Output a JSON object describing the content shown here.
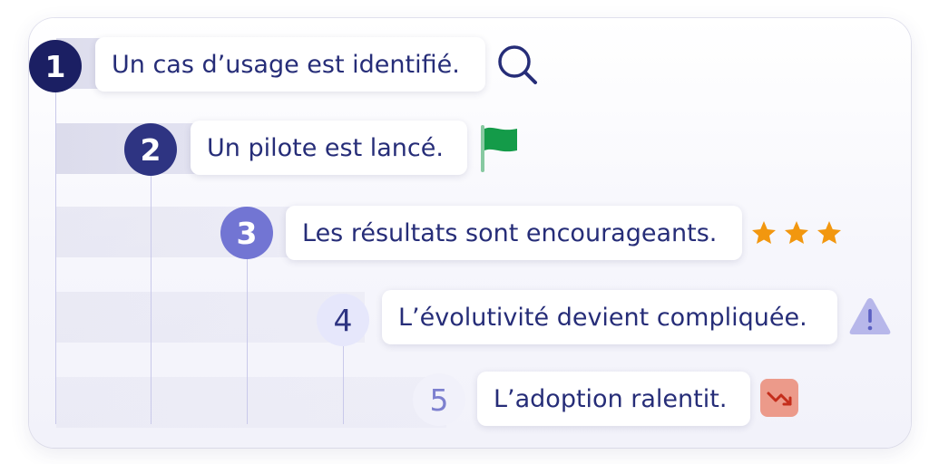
{
  "steps": [
    {
      "number": "1",
      "text": "Un cas d’usage est identifié.",
      "icon": "magnifier-icon"
    },
    {
      "number": "2",
      "text": "Un pilote est lancé.",
      "icon": "green-flag-icon"
    },
    {
      "number": "3",
      "text": "Les résultats sont encourageants.",
      "icon": "three-stars-icon"
    },
    {
      "number": "4",
      "text": "L’évolutivité devient compliquée.",
      "icon": "warning-triangle-icon"
    },
    {
      "number": "5",
      "text": "L’adoption ralentit.",
      "icon": "trend-down-icon"
    }
  ],
  "colors": {
    "node_1": "#1b1f63",
    "node_2": "#2e3482",
    "node_3": "#7275d3",
    "node_4_bg": "#e6e7fb",
    "node_5_bg": "#f1f1fa",
    "text": "#262d78",
    "star": "#f2970f",
    "flag": "#149b49",
    "warning": "#b7b7ea",
    "trend_badge": "#ec9a8a"
  }
}
